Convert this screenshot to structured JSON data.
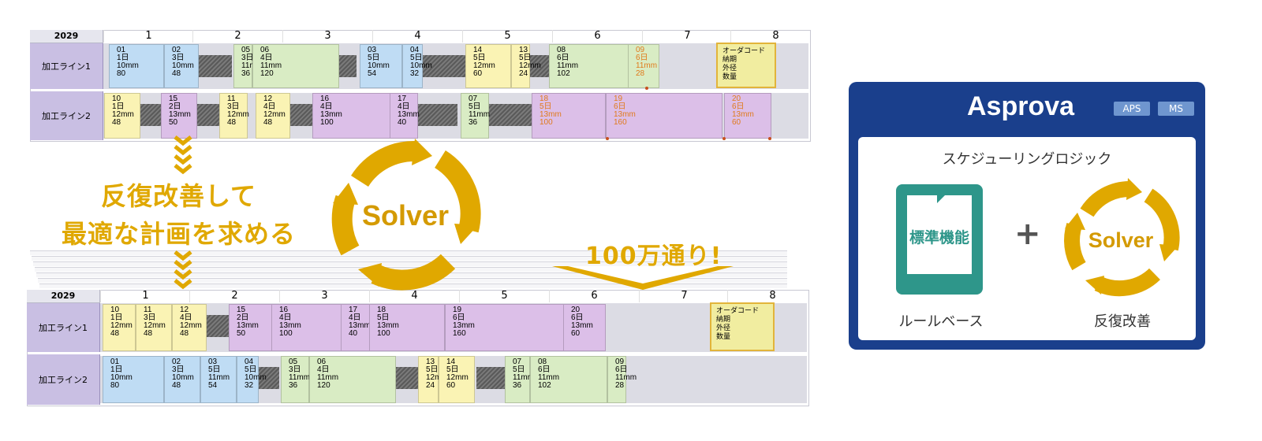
{
  "left_text": {
    "line1": "反復改善して",
    "line2": "最適な計画を求める"
  },
  "center_solver_label": "Solver",
  "million_label": "100万通り!",
  "legend": "オーダコード\n納期\n外径\n数量",
  "days": [
    "1",
    "2",
    "3",
    "4",
    "5",
    "6",
    "7",
    "8"
  ],
  "colors": {
    "blue": "#bfdcf4",
    "green": "#d9ecc4",
    "yellow": "#faf3b4",
    "purple": "#dcbfe8",
    "accent": "#e0a800",
    "panel": "#1a3f8c",
    "teal": "#2e968a"
  },
  "top": {
    "year": "2029",
    "rows": [
      {
        "label": "加工ライン1",
        "ops": [
          {
            "t": "01\n1日\n10mm\n80"
          },
          {
            "t": "02\n3日\n10mm\n48"
          },
          {
            "t": "05\n3日\n11mm\n36"
          },
          {
            "t": "06\n4日\n11mm\n120"
          },
          {
            "t": "03\n5日\n10mm\n54"
          },
          {
            "t": "04\n5日\n10mm\n32"
          },
          {
            "t": "14\n5日\n12mm\n60"
          },
          {
            "t": "13\n5日\n12mm\n24"
          },
          {
            "t": "08\n6日\n11mm\n102"
          },
          {
            "t": "09\n6日\n11mm\n28"
          }
        ]
      },
      {
        "label": "加工ライン2",
        "ops": [
          {
            "t": "10\n1日\n12mm\n48"
          },
          {
            "t": "15\n2日\n13mm\n50"
          },
          {
            "t": "11\n3日\n12mm\n48"
          },
          {
            "t": "12\n4日\n12mm\n48"
          },
          {
            "t": "16\n4日\n13mm\n100"
          },
          {
            "t": "17\n4日\n13mm\n40"
          },
          {
            "t": "07\n5日\n11mm\n36"
          },
          {
            "t": "18\n5日\n13mm\n100"
          },
          {
            "t": "19\n6日\n13mm\n160"
          },
          {
            "t": "20\n6日\n13mm\n60"
          }
        ]
      }
    ]
  },
  "bottom": {
    "year": "2029",
    "rows": [
      {
        "label": "加工ライン1",
        "ops": [
          {
            "t": "10\n1日\n12mm\n48"
          },
          {
            "t": "11\n3日\n12mm\n48"
          },
          {
            "t": "12\n4日\n12mm\n48"
          },
          {
            "t": "15\n2日\n13mm\n50"
          },
          {
            "t": "16\n4日\n13mm\n100"
          },
          {
            "t": "17\n4日\n13mm\n40"
          },
          {
            "t": "18\n5日\n13mm\n100"
          },
          {
            "t": "19\n6日\n13mm\n160"
          },
          {
            "t": "20\n6日\n13mm\n60"
          }
        ]
      },
      {
        "label": "加工ライン2",
        "ops": [
          {
            "t": "01\n1日\n10mm\n80"
          },
          {
            "t": "02\n3日\n10mm\n48"
          },
          {
            "t": "03\n5日\n11mm\n54"
          },
          {
            "t": "04\n5日\n10mm\n32"
          },
          {
            "t": "05\n3日\n11mm\n36"
          },
          {
            "t": "06\n4日\n11mm\n120"
          },
          {
            "t": "13\n5日\n12mm\n24"
          },
          {
            "t": "14\n5日\n12mm\n60"
          },
          {
            "t": "07\n5日\n11mm\n36"
          },
          {
            "t": "08\n6日\n11mm\n102"
          },
          {
            "t": "09\n6日\n11mm\n28"
          }
        ]
      }
    ]
  },
  "panel": {
    "title": "Asprova",
    "tags": [
      "APS",
      "MS"
    ],
    "subtitle": "スケジューリングロジック",
    "rule_box_label": "標準機能",
    "plus": "+",
    "solver_label": "Solver",
    "caption_left": "ルールベース",
    "caption_right": "反復改善"
  }
}
